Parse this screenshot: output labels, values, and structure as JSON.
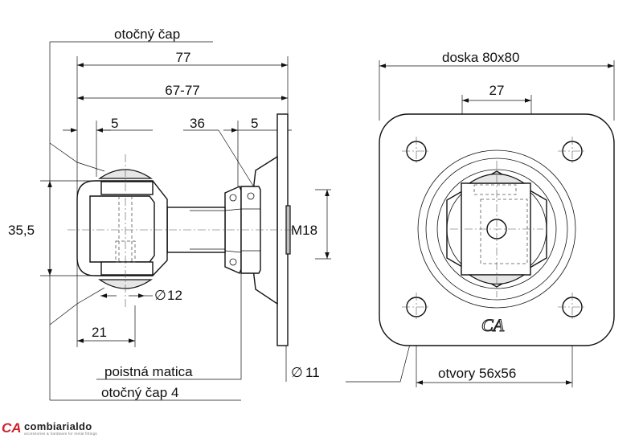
{
  "labels": {
    "swivel_top": "otočný čap",
    "length_total": "77",
    "length_range": "67-77",
    "top_five_left": "5",
    "nut_size": "36",
    "top_five_right": "5",
    "height": "35,5",
    "thread": "M18",
    "pin_diameter": "12",
    "bottom_width": "21",
    "lock_nut": "poistná matica",
    "swivel_bottom": "otočný čap 4",
    "hole_diameter": "11",
    "plate": "doska 80x80",
    "inner_width": "27",
    "holes": "otvory 56x56"
  },
  "symbols": {
    "diameter": "∅"
  },
  "brand": {
    "mark": "CA",
    "name": "combiarialdo",
    "tagline": "accessories & hardware for metal fittings",
    "stamp": "CA"
  }
}
